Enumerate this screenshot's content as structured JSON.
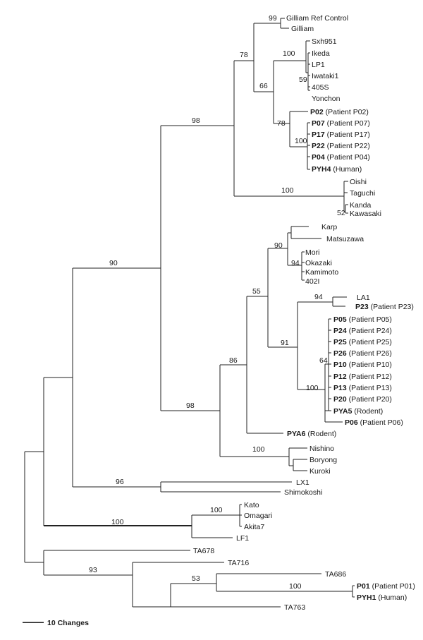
{
  "bootstrap": {
    "root_a": "90",
    "root_b": "98",
    "gilliam_group": "78",
    "gilliam": "99",
    "karp_group": "66",
    "ikeda": "100",
    "ikeda_sub": "59",
    "p02_group": "78",
    "p07_group": "100",
    "oishi": "100",
    "kanda": "52",
    "karp_clade": "55",
    "karp": "90",
    "mori": "94",
    "la1_group": "91",
    "la1": "94",
    "p05_sub": "64",
    "p05_group": "100",
    "pya6_group": "86",
    "nishino": "100",
    "nishino_parent": "98",
    "lx1": "96",
    "kato": "100",
    "kato_group": "100",
    "ta686": "53",
    "p01": "100",
    "ta_group": "93"
  },
  "taxa": {
    "gilliam_ref": "Gilliam Ref Control",
    "gilliam": "Gilliam",
    "sxh951": "Sxh951",
    "ikeda": "Ikeda",
    "lp1": "LP1",
    "iwataki1": "Iwataki1",
    "s405": "405S",
    "yonchon": "Yonchon",
    "p02": {
      "id": "P02",
      "src": "(Patient P02)"
    },
    "p07": {
      "id": "P07",
      "src": "(Patient P07)"
    },
    "p17": {
      "id": "P17",
      "src": "(Patient P17)"
    },
    "p22": {
      "id": "P22",
      "src": "(Patient P22)"
    },
    "p04": {
      "id": "P04",
      "src": "(Patient P04)"
    },
    "pyh4": {
      "id": "PYH4",
      "src": "(Human)"
    },
    "oishi": "Oishi",
    "taguchi": "Taguchi",
    "kanda": "Kanda",
    "kawasaki": "Kawasaki",
    "karp": "Karp",
    "matsuzawa": "Matsuzawa",
    "mori": "Mori",
    "okazaki": "Okazaki",
    "kamimoto": "Kamimoto",
    "i402": "402I",
    "la1": "LA1",
    "p23": {
      "id": "P23",
      "src": "(Patient P23)"
    },
    "p05": {
      "id": "P05",
      "src": "(Patient P05)"
    },
    "p24": {
      "id": "P24",
      "src": "(Patient P24)"
    },
    "p25": {
      "id": "P25",
      "src": "(Patient P25)"
    },
    "p26": {
      "id": "P26",
      "src": "(Patient P26)"
    },
    "p10": {
      "id": "P10",
      "src": "(Patient P10)"
    },
    "p12": {
      "id": "P12",
      "src": "(Patient P12)"
    },
    "p13": {
      "id": "P13",
      "src": "(Patient P13)"
    },
    "p20": {
      "id": "P20",
      "src": "(Patient P20)"
    },
    "pya5": {
      "id": "PYA5",
      "src": "(Rodent)"
    },
    "p06": {
      "id": "P06",
      "src": "(Patient P06)"
    },
    "pya6": {
      "id": "PYA6",
      "src": "(Rodent)"
    },
    "nishino": "Nishino",
    "boryong": "Boryong",
    "kuroki": "Kuroki",
    "lx1": "LX1",
    "shimokoshi": "Shimokoshi",
    "kato": "Kato",
    "omagari": "Omagari",
    "akita7": "Akita7",
    "lf1": "LF1",
    "ta678": "TA678",
    "ta716": "TA716",
    "ta686": "TA686",
    "p01": {
      "id": "P01",
      "src": "(Patient P01)"
    },
    "pyh1": {
      "id": "PYH1",
      "src": "(Human)"
    },
    "ta763": "TA763"
  },
  "scale_bar": {
    "label": "10 Changes"
  }
}
